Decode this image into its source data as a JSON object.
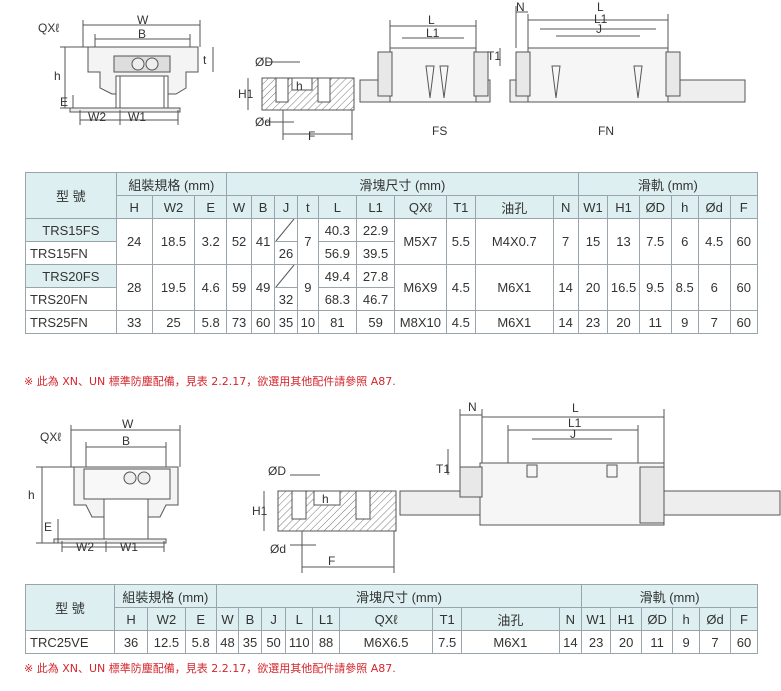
{
  "diagram1": {
    "labels": {
      "qx": "QXℓ",
      "w": "W",
      "b": "B",
      "h": "h",
      "e": "E",
      "t": "t",
      "w2": "W2",
      "w1": "W1",
      "od": "ØD",
      "h1": "H1",
      "odd": "Ød",
      "f": "F",
      "n": "N",
      "l": "L",
      "l1": "L1",
      "t1": "T1",
      "j": "J",
      "fs": "FS",
      "fn": "FN"
    }
  },
  "table1": {
    "model_header": "型 號",
    "group_assembly": "組裝規格 (mm)",
    "group_block": "滑塊尺寸 (mm)",
    "group_rail": "滑軌 (mm)",
    "cols": [
      "H",
      "W2",
      "E",
      "W",
      "B",
      "J",
      "t",
      "L",
      "L1",
      "QXℓ",
      "T1",
      "油孔",
      "N",
      "W1",
      "H1",
      "ØD",
      "h",
      "Ød",
      "F"
    ],
    "rows": [
      {
        "m1": "TRS15FS",
        "m2": "TRS15FN",
        "H": "24",
        "W2": "18.5",
        "E": "3.2",
        "W": "52",
        "B": "41",
        "J": "26",
        "t": "7",
        "L_a": "40.3",
        "L1_a": "22.9",
        "L_b": "56.9",
        "L1_b": "39.5",
        "QX": "M5X7",
        "T1": "5.5",
        "oil": "M4X0.7",
        "N": "7",
        "W1": "15",
        "H1": "13",
        "OD": "7.5",
        "h": "6",
        "Od": "4.5",
        "F": "60"
      },
      {
        "m1": "TRS20FS",
        "m2": "TRS20FN",
        "H": "28",
        "W2": "19.5",
        "E": "4.6",
        "W": "59",
        "B": "49",
        "J": "32",
        "t": "9",
        "L_a": "49.4",
        "L1_a": "27.8",
        "L_b": "68.3",
        "L1_b": "46.7",
        "QX": "M6X9",
        "T1": "4.5",
        "oil": "M6X1",
        "N": "14",
        "W1": "20",
        "H1": "16.5",
        "OD": "9.5",
        "h": "8.5",
        "Od": "6",
        "F": "60"
      }
    ],
    "row3": {
      "m": "TRS25FN",
      "H": "33",
      "W2": "25",
      "E": "5.8",
      "W": "73",
      "B": "60",
      "J": "35",
      "t": "10",
      "L": "81",
      "L1": "59",
      "QX": "M8X10",
      "T1": "4.5",
      "oil": "M6X1",
      "N": "14",
      "W1": "23",
      "H1": "20",
      "OD": "11",
      "h": "9",
      "Od": "7",
      "F": "60"
    },
    "note": "※ 此為 XN、UN 標準防塵配備，見表 2.2.17，欲選用其他配件請參照 A87."
  },
  "diagram2": {
    "labels": {
      "qx": "QXℓ",
      "w": "W",
      "b": "B",
      "h": "h",
      "e": "E",
      "w2": "W2",
      "w1": "W1",
      "od": "ØD",
      "h1": "H1",
      "odd": "Ød",
      "f": "F",
      "n": "N",
      "l": "L",
      "l1": "L1",
      "j": "J",
      "t1": "T1"
    }
  },
  "table2": {
    "model_header": "型 號",
    "group_assembly": "組裝規格 (mm)",
    "group_block": "滑塊尺寸 (mm)",
    "group_rail": "滑軌 (mm)",
    "cols": [
      "H",
      "W2",
      "E",
      "W",
      "B",
      "J",
      "L",
      "L1",
      "QXℓ",
      "T1",
      "油孔",
      "N",
      "W1",
      "H1",
      "ØD",
      "h",
      "Ød",
      "F"
    ],
    "row": {
      "m": "TRC25VE",
      "H": "36",
      "W2": "12.5",
      "E": "5.8",
      "W": "48",
      "B": "35",
      "J": "50",
      "L": "110",
      "L1": "88",
      "QX": "M6X6.5",
      "T1": "7.5",
      "oil": "M6X1",
      "N": "14",
      "W1": "23",
      "H1": "20",
      "OD": "11",
      "h": "9",
      "Od": "7",
      "F": "60"
    },
    "note": "※ 此為 XN、UN 標準防塵配備，見表 2.2.17，欲選用其他配件請參照 A87."
  },
  "colors": {
    "header_bg": "#ddeff0",
    "note": "#d4262d",
    "line": "#555555"
  }
}
